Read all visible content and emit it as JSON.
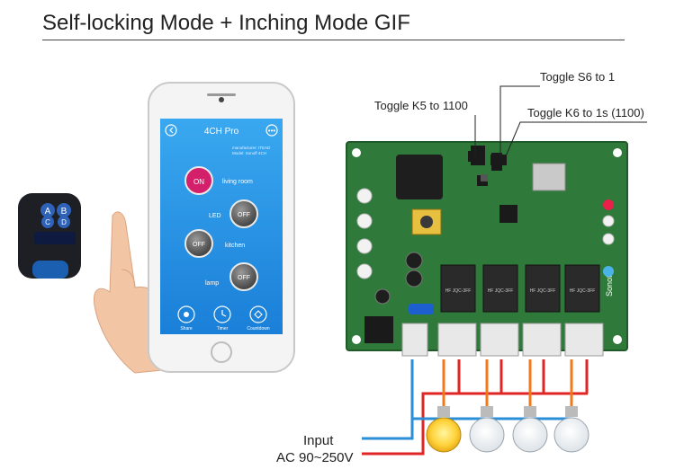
{
  "header": {
    "title": "Self-locking Mode + Inching Mode GIF"
  },
  "callouts": {
    "s6": "Toggle S6 to 1",
    "k5": "Toggle K5 to 1100",
    "k6": "Toggle K6 to 1s (1100)"
  },
  "power": {
    "line1": "Input",
    "line2": "AC 90~250V"
  },
  "remote": {
    "buttons": [
      "A",
      "B",
      "C",
      "D"
    ]
  },
  "phone": {
    "app_title": "4CH Pro",
    "manufacturer": "manufacturer: ITEAD",
    "model": "Model: Sonoff 4CH",
    "channels": [
      {
        "name": "living room",
        "state": "ON"
      },
      {
        "name": "LED",
        "state": "OFF"
      },
      {
        "name": "kitchen",
        "state": "OFF"
      },
      {
        "name": "lamp",
        "state": "OFF"
      }
    ],
    "tabs": [
      "Share",
      "Timer",
      "Countdown"
    ]
  },
  "board": {
    "brand": "Sonoff",
    "relay_label": "HF JQC-3FF"
  },
  "colors": {
    "board_green": "#2f7a3a",
    "live_wire": "#e02525",
    "neutral_wire": "#2b8fd8",
    "orange_wire": "#f07a1a"
  }
}
